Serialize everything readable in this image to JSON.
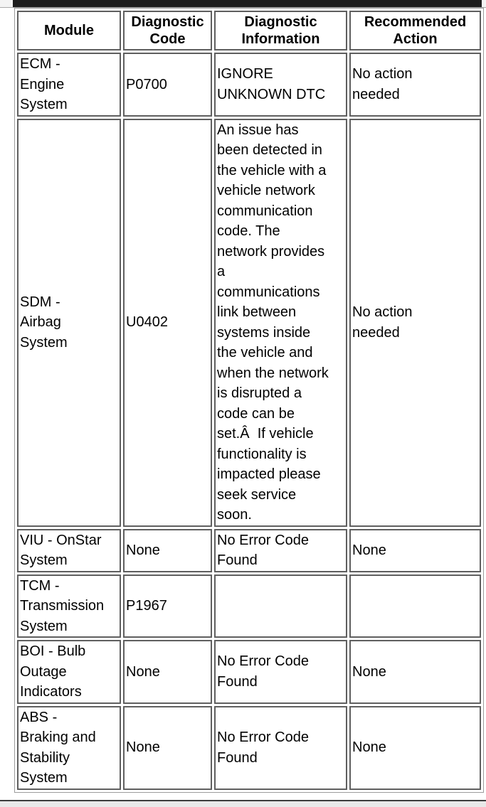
{
  "page": {
    "top_bar_color": "#1e1e1e",
    "background_color": "#ffffff",
    "cell_border_color": "#5f5f5f",
    "table_border_color": "#9c9c9c",
    "bottom_divider_color": "#3d3d3d",
    "bottom_strip_color": "#e9e9e9"
  },
  "table": {
    "columns": [
      {
        "key": "module",
        "label": "Module"
      },
      {
        "key": "code",
        "label": "Diagnostic\nCode"
      },
      {
        "key": "info",
        "label": "Diagnostic\nInformation"
      },
      {
        "key": "action",
        "label": "Recommended\nAction"
      }
    ],
    "rows": [
      {
        "module": "ECM -\nEngine\nSystem",
        "code": "P0700",
        "info": "IGNORE\nUNKNOWN DTC",
        "action": "No action\nneeded"
      },
      {
        "module": "SDM -\nAirbag\nSystem",
        "code": "U0402",
        "info": "An issue has\nbeen detected in\nthe vehicle with a\nvehicle network\ncommunication\ncode. The\nnetwork provides\na\ncommunications\nlink between\nsystems inside\nthe vehicle and\nwhen the network\nis disrupted a\ncode can be\nset.Â  If vehicle\nfunctionality is\nimpacted please\nseek service\nsoon.",
        "action": "No action\nneeded"
      },
      {
        "module": "VIU - OnStar\nSystem",
        "code": "None",
        "info": "No Error Code\nFound",
        "action": "None"
      },
      {
        "module": "TCM -\nTransmission\nSystem",
        "code": "P1967",
        "info": "",
        "action": ""
      },
      {
        "module": "BOI - Bulb\nOutage\nIndicators",
        "code": "None",
        "info": "No Error Code\nFound",
        "action": "None"
      },
      {
        "module": "ABS -\nBraking and\nStability\nSystem",
        "code": "None",
        "info": "No Error Code\nFound",
        "action": "None"
      }
    ]
  }
}
